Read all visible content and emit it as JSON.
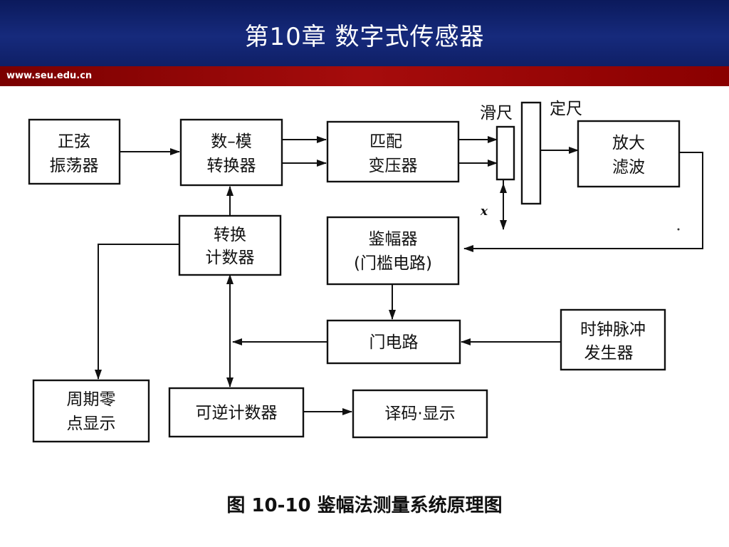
{
  "header": {
    "title": "第10章  数字式传感器",
    "site": "www.seu.edu.cn"
  },
  "diagram": {
    "blocks": {
      "sine_osc": [
        "正弦",
        "振荡器"
      ],
      "dac": [
        "数–模",
        "转换器"
      ],
      "transformer": [
        "匹配",
        "变压器"
      ],
      "amp_filter": [
        "放大",
        "滤波"
      ],
      "conv_counter": [
        "转换",
        "计数器"
      ],
      "discriminator": [
        "鉴幅器",
        "(门槛电路)"
      ],
      "gate": [
        "门电路"
      ],
      "clock": [
        "时钟脉冲",
        "发生器"
      ],
      "period_display": [
        "周期零",
        "点显示"
      ],
      "updown_counter": [
        "可逆计数器"
      ],
      "decode_display": [
        "译码·显示"
      ]
    },
    "labels": {
      "slider": "滑尺",
      "scale": "定尺",
      "x": "x"
    }
  },
  "caption": "图 10-10    鉴幅法测量系统原理图"
}
